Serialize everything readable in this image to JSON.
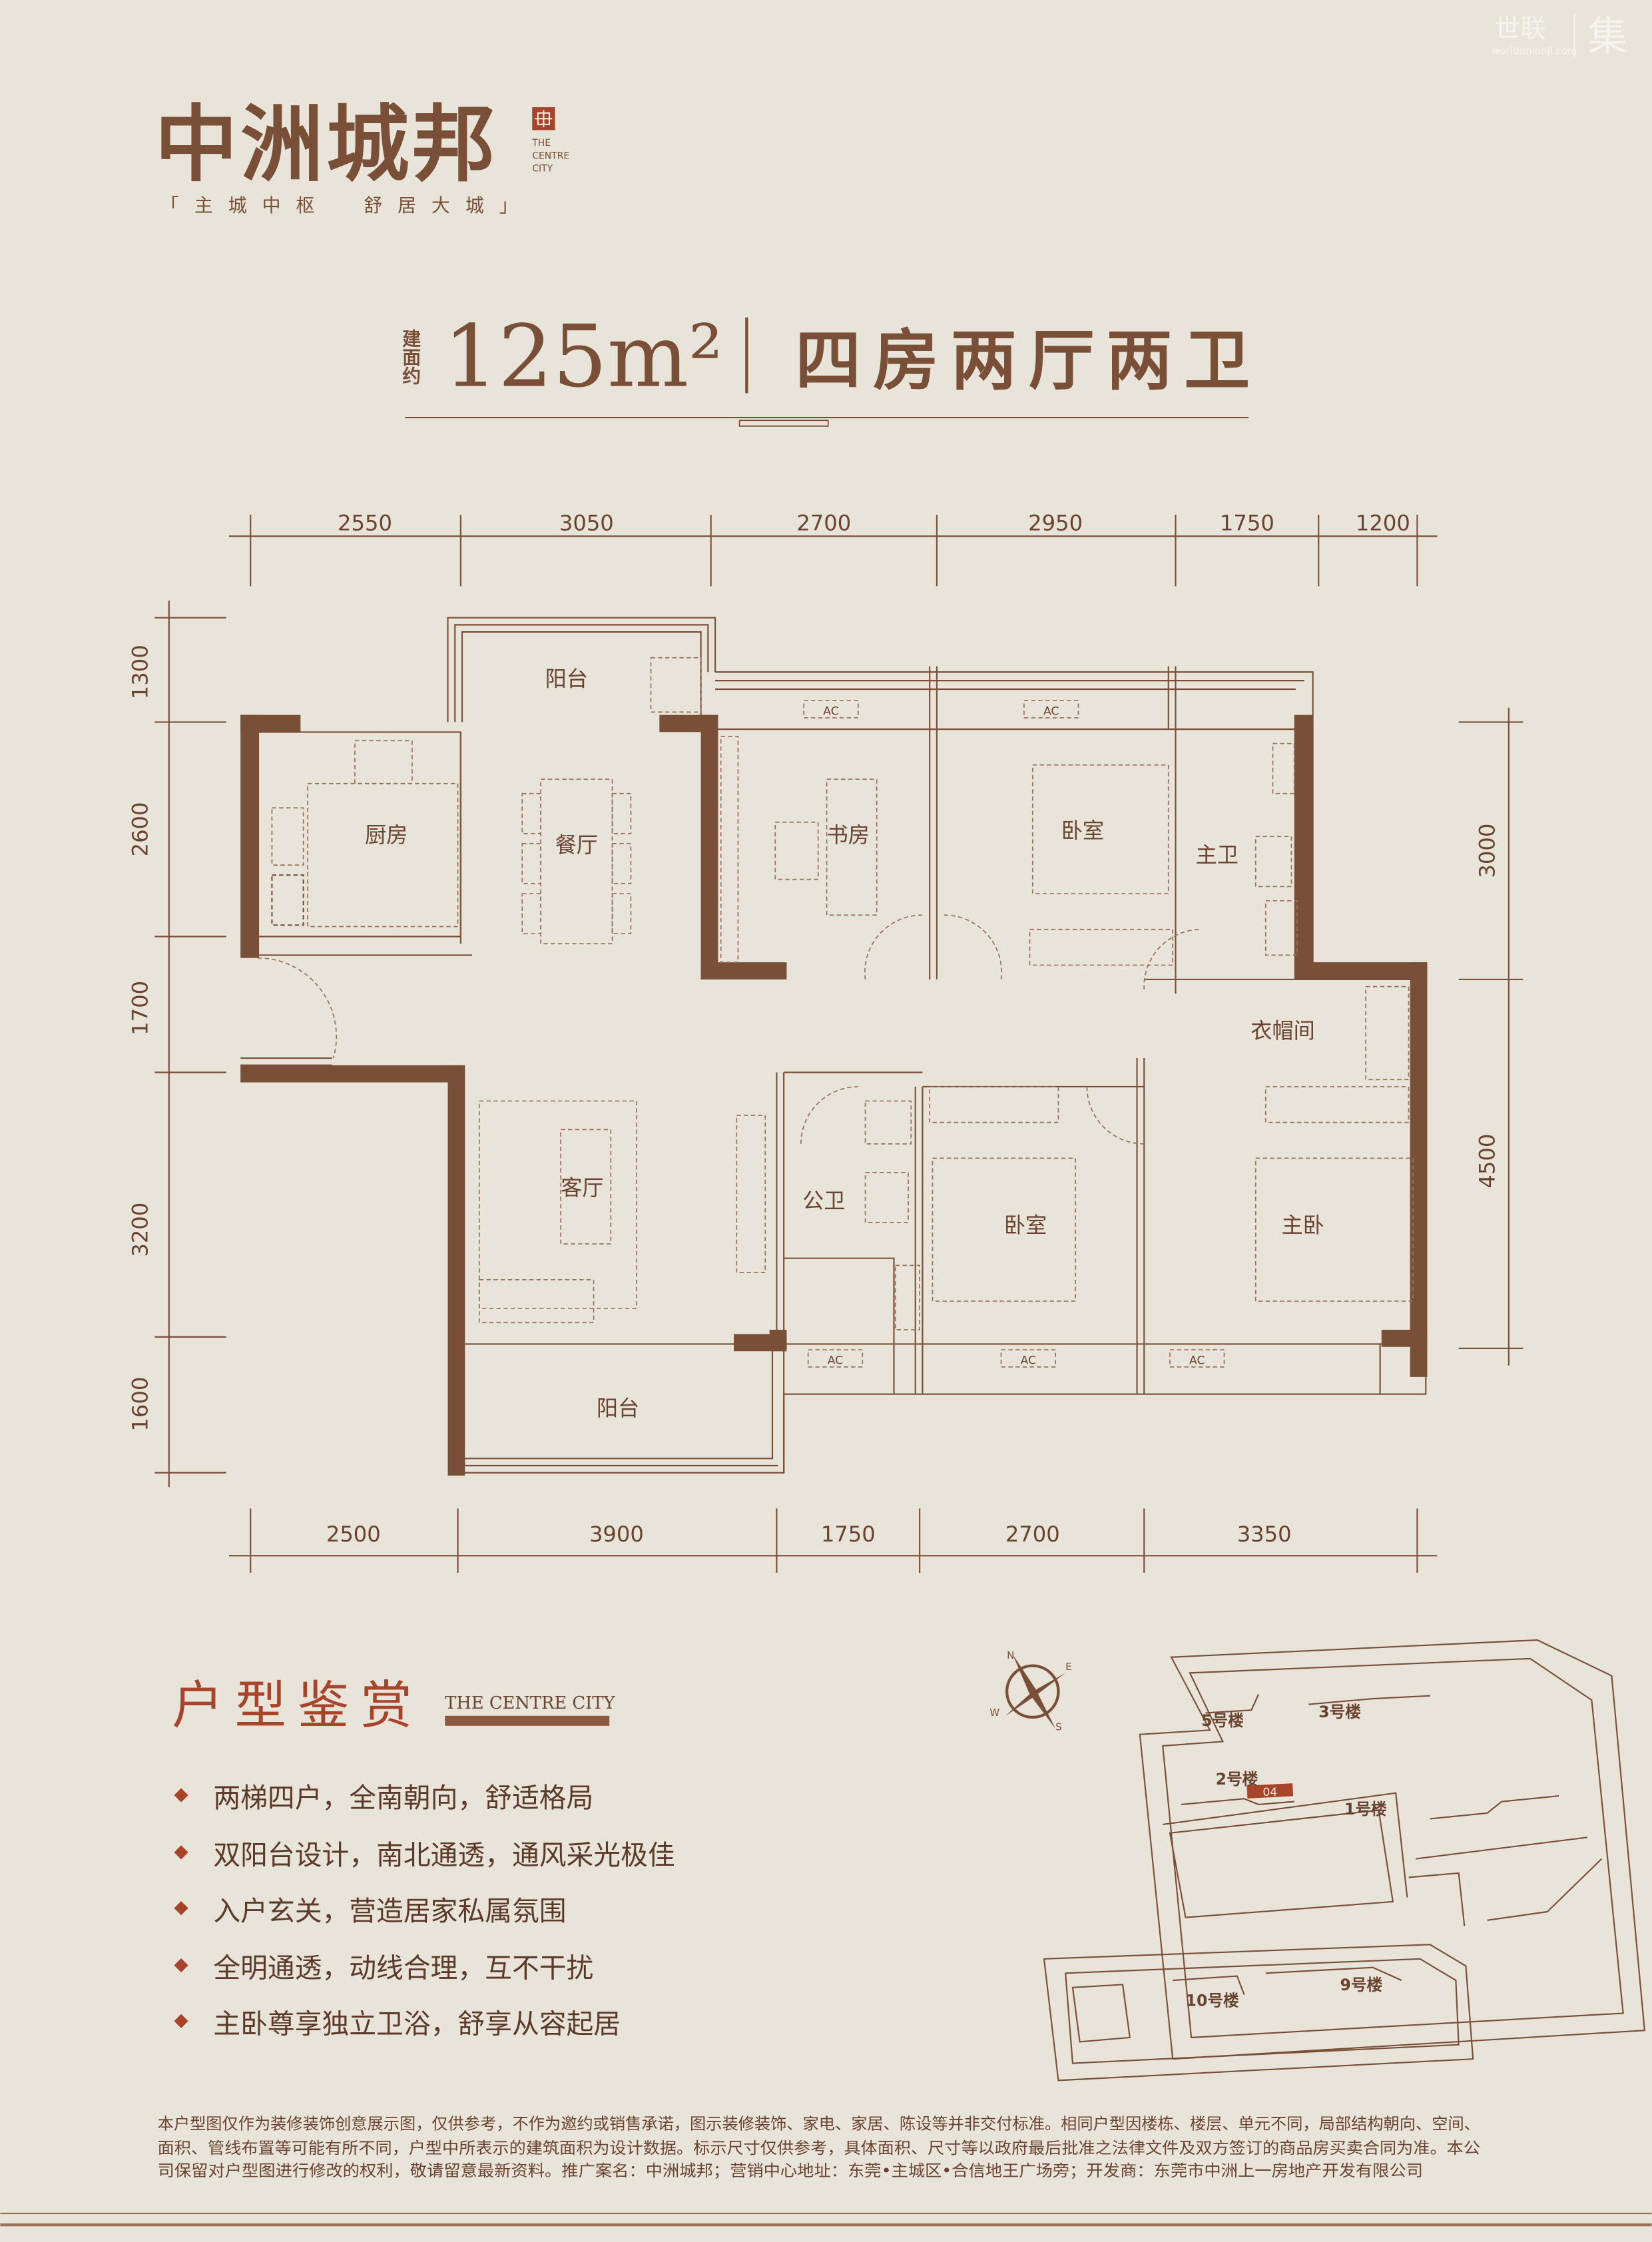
{
  "watermark": {
    "brand": "世联",
    "site": "worldunionji.com",
    "mark": "集"
  },
  "logo": {
    "name": "中洲城邦",
    "english": [
      "THE",
      "CENTRE",
      "CITY"
    ],
    "tagline": "「主城中枢　舒居大城」"
  },
  "headline": {
    "area_prefix": "建面约",
    "area": "125m²",
    "layout": "四房两厅两卫"
  },
  "dimensions": {
    "top": [
      "2550",
      "3050",
      "2700",
      "2950",
      "1750",
      "1200"
    ],
    "bottom": [
      "2500",
      "3900",
      "1750",
      "2700",
      "3350"
    ],
    "left": [
      "1300",
      "2600",
      "1700",
      "3200",
      "1600"
    ],
    "right": [
      "3000",
      "4500"
    ]
  },
  "rooms": {
    "balcony_north": "阳台",
    "kitchen": "厨房",
    "dining": "餐厅",
    "study": "书房",
    "bedroom_north": "卧室",
    "master_bath": "主卫",
    "closet": "衣帽间",
    "living": "客厅",
    "public_bath": "公卫",
    "bedroom_south": "卧室",
    "master_bedroom": "主卧",
    "balcony_south": "阳台",
    "ac": "AC"
  },
  "features": {
    "title": "户型鉴赏",
    "subtitle": "THE CENTRE CITY",
    "items": [
      "两梯四户，全南朝向，舒适格局",
      "双阳台设计，南北通透，通风采光极佳",
      "入户玄关，营造居家私属氛围",
      "全明通透，动线合理，互不干扰",
      "主卧尊享独立卫浴，舒享从容起居"
    ]
  },
  "compass": {
    "n": "N",
    "e": "E",
    "s": "S",
    "w": "W"
  },
  "site_plan": {
    "buildings": [
      "5号楼",
      "3号楼",
      "2号楼",
      "1号楼",
      "10号楼",
      "9号楼"
    ],
    "unit": "04"
  },
  "disclaimer": [
    "本户型图仅作为装修装饰创意展示图，仅供参考，不作为邀约或销售承诺，图示装修装饰、家电、家居、陈设等并非交付标准。相同户型因楼栋、楼层、单元不同，局部结构朝向、空间、",
    "面积、管线布置等可能有所不同，户型中所表示的建筑面积为设计数据。标示尺寸仅供参考，具体面积、尺寸等以政府最后批准之法律文件及双方签订的商品房买卖合同为准。本公",
    "司保留对户型图进行修改的权利，敬请留意最新资料。推广案名：中洲城邦；营销中心地址：东莞•主城区•合信地王广场旁；开发商：东莞市中洲上一房地产开发有限公司"
  ],
  "colors": {
    "background": "#e9e4da",
    "brown": "#7a4f38",
    "accent": "#a8442a"
  }
}
